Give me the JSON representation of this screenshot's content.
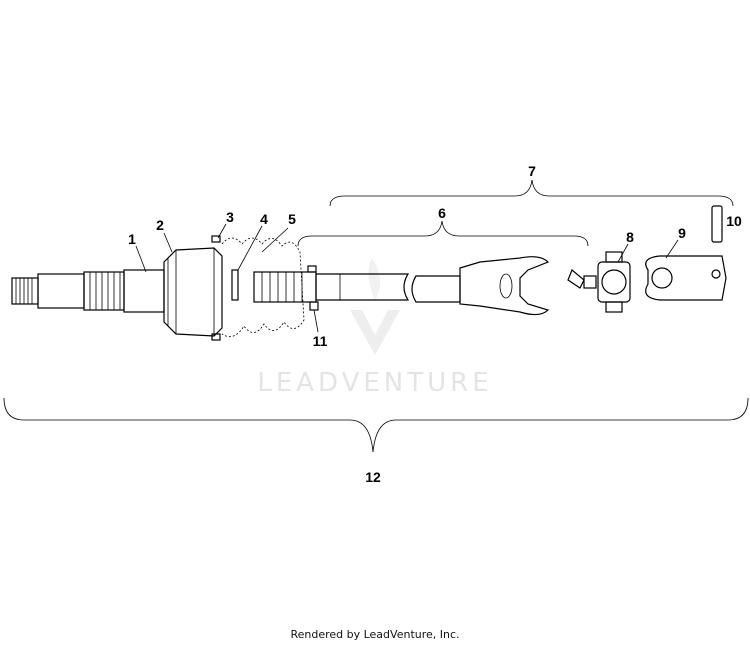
{
  "diagram": {
    "callouts": [
      "1",
      "2",
      "3",
      "4",
      "5",
      "6",
      "7",
      "8",
      "9",
      "10",
      "11",
      "12"
    ],
    "watermark": "LEADVENTURE"
  },
  "footer": {
    "text": "Rendered by LeadVenture, Inc."
  }
}
